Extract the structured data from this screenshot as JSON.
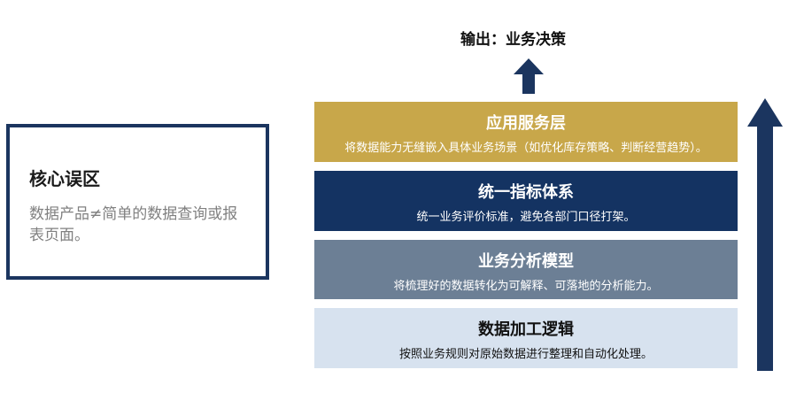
{
  "misconception": {
    "title": "核心误区",
    "body": "数据产品≠简单的数据查询或报表页面。"
  },
  "output_label": "输出：业务决策",
  "layers": [
    {
      "title": "应用服务层",
      "desc": "将数据能力无缝嵌入具体业务场景（如优化库存策略、判断经营趋势）。",
      "color": "#c8a74a"
    },
    {
      "title": "统一指标体系",
      "desc": "统一业务评价标准，避免各部门口径打架。",
      "color": "#143362"
    },
    {
      "title": "业务分析模型",
      "desc": "将梳理好的数据转化为可解释、可落地的分析能力。",
      "color": "#6c7f95"
    },
    {
      "title": "数据加工逻辑",
      "desc": "按照业务规则对原始数据进行整理和自动化处理。",
      "color": "#d7e2ef"
    }
  ],
  "colors": {
    "arrow": "#1b355f",
    "box_border": "#1b355f"
  }
}
